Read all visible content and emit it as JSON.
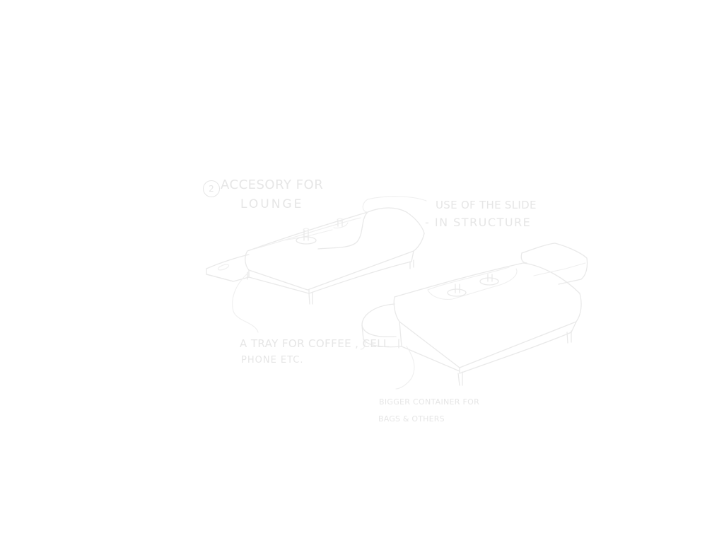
{
  "canvas": {
    "background": "#ffffff",
    "stroke_color": "#e9e9e9"
  },
  "sketch": {
    "concept_number": "2",
    "title_line1": "Accesory for",
    "title_line2": "Lounge",
    "annotations": {
      "slide_in_line1": "Use of the slide",
      "slide_in_line2": "- in structure",
      "tray_line1": "A tray for coffee , cell",
      "tray_line2": "phone etc.",
      "container_line1": "Bigger container for",
      "container_line2": "bags & others"
    },
    "drawings": [
      {
        "name": "bench-with-tray"
      },
      {
        "name": "bench-with-container"
      }
    ]
  }
}
